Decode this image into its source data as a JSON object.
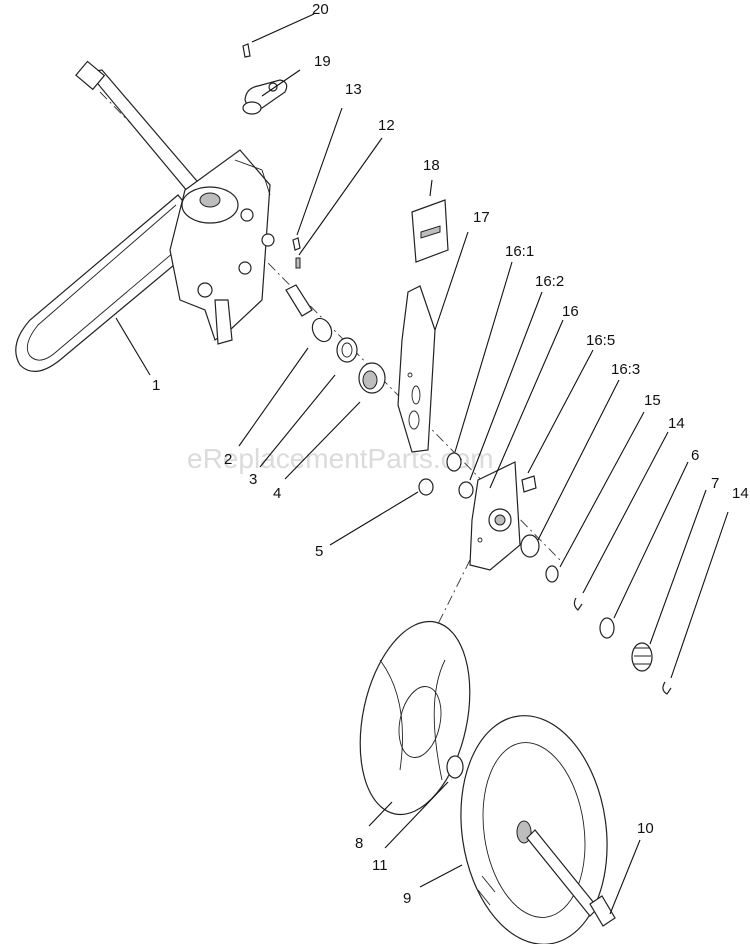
{
  "watermark": "eReplacementParts.com",
  "callouts": {
    "c1": "1",
    "c2": "2",
    "c3": "3",
    "c4": "4",
    "c5": "5",
    "c6": "6",
    "c7": "7",
    "c8": "8",
    "c9": "9",
    "c10": "10",
    "c11": "11",
    "c12": "12",
    "c13": "13",
    "c14a": "14",
    "c14b": "14",
    "c15": "15",
    "c16": "16",
    "c16_1": "16:1",
    "c16_2": "16:2",
    "c16_3": "16:3",
    "c16_5": "16:5",
    "c17": "17",
    "c18": "18",
    "c19": "19",
    "c20": "20"
  }
}
